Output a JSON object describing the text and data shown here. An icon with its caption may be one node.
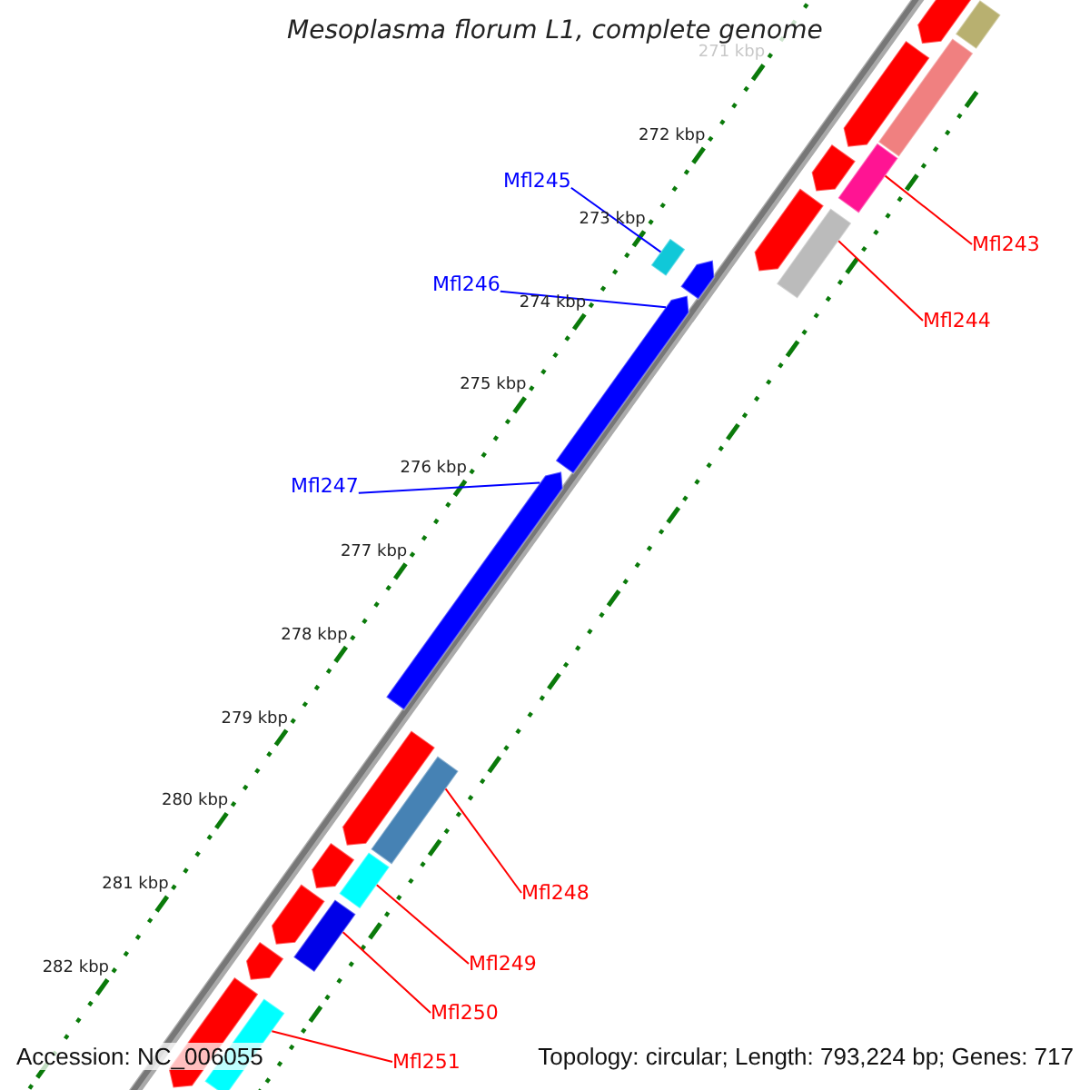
{
  "diagram": {
    "title": "Mesoplasma florum L1, complete genome",
    "nodes": [
      {
        "text": [
          "Mfl245"
        ]
      },
      {
        "text": [
          "Mfl243"
        ]
      },
      {
        "text": [
          "Mfl246"
        ]
      },
      {
        "text": [
          "Mfl244"
        ]
      },
      {
        "text": [
          "Mfl247"
        ]
      },
      {
        "text": [
          "Mfl248"
        ]
      },
      {
        "text": [
          "Mfl249"
        ]
      },
      {
        "text": [
          "Mfl250"
        ]
      },
      {
        "text": [
          "Mfl251"
        ]
      },
      {
        "text": [],
        "shape": "bar"
      },
      {
        "text": [],
        "shape": "bar"
      },
      {
        "text": [],
        "shape": "bar"
      },
      {
        "text": [],
        "shape": "bar"
      },
      {
        "text": [],
        "shape": "bar"
      },
      {
        "text": [],
        "shape": "bar"
      },
      {
        "text": [],
        "shape": "bar"
      },
      {
        "text": [],
        "shape": "bar"
      },
      {
        "text": [],
        "shape": "bar"
      }
    ],
    "edges": [
      {
        "from": 0,
        "to": 9,
        "arrow": "none",
        "color": "#0000ff"
      },
      {
        "from": 1,
        "to": 10,
        "arrow": "none"
      },
      {
        "from": 2,
        "to": 11,
        "arrow": "none",
        "color": "#0000ff"
      },
      {
        "from": 3,
        "to": 12,
        "arrow": "none"
      },
      {
        "from": 4,
        "to": 13,
        "arrow": "none",
        "color": "#0000ff"
      },
      {
        "from": 5,
        "to": 14,
        "arrow": "none"
      },
      {
        "from": 6,
        "to": 15,
        "arrow": "none"
      },
      {
        "from": 7,
        "to": 16,
        "arrow": "none"
      },
      {
        "from": 8,
        "to": 17,
        "arrow": "none"
      }
    ],
    "labels": [
      "271 kbp",
      "272 kbp",
      "273 kbp",
      "274 kbp",
      "275 kbp",
      "276 kbp",
      "277 kbp",
      "278 kbp",
      "279 kbp",
      "280 kbp",
      "281 kbp",
      "282 kbp",
      "Accession: NC_006055",
      "Topology: circular; Length: 793,224 bp; Genes: 717"
    ]
  }
}
